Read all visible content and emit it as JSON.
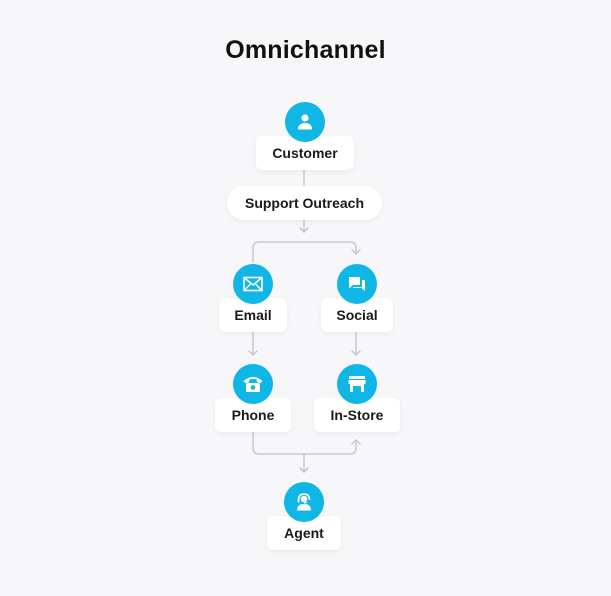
{
  "title": "Omnichannel",
  "colors": {
    "accent": "#0fb6e6",
    "background": "#f7f7f9",
    "connector": "#c8c8cc",
    "text": "#1a1a1a"
  },
  "nodes": {
    "customer": {
      "label": "Customer",
      "icon": "person-icon"
    },
    "support": {
      "label": "Support Outreach"
    },
    "email": {
      "label": "Email",
      "icon": "envelope-icon"
    },
    "social": {
      "label": "Social",
      "icon": "chat-bubbles-icon"
    },
    "phone": {
      "label": "Phone",
      "icon": "telephone-icon"
    },
    "instore": {
      "label": "In-Store",
      "icon": "storefront-icon"
    },
    "agent": {
      "label": "Agent",
      "icon": "headset-agent-icon"
    }
  },
  "flow": [
    [
      "Customer",
      "Support Outreach"
    ],
    [
      "Support Outreach",
      "Email"
    ],
    [
      "Support Outreach",
      "Social"
    ],
    [
      "Email",
      "Phone"
    ],
    [
      "Social",
      "In-Store"
    ],
    [
      "Phone",
      "In-Store"
    ],
    [
      "Phone",
      "Agent"
    ]
  ]
}
